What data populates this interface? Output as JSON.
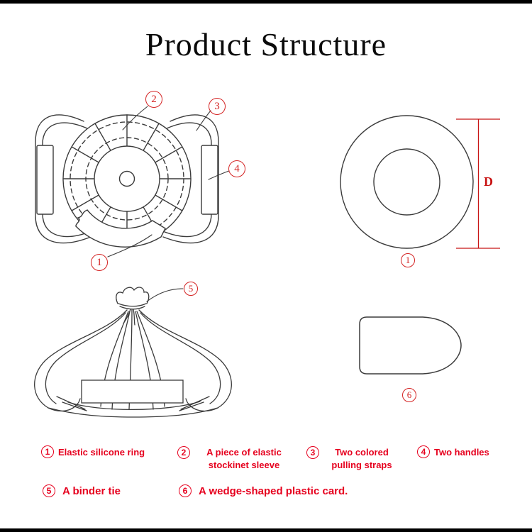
{
  "title": "Product Structure",
  "colors": {
    "ink": "#3b3b3b",
    "legend_red": "#e6001e",
    "diagram_red": "#c81414",
    "balloon_red": "#d42323"
  },
  "dimension": {
    "label": "D"
  },
  "balloons": {
    "wheel_ring": "1",
    "wheel_sleeve": "2",
    "wheel_straps": "3",
    "wheel_handle": "4",
    "donut_ring": "1",
    "bag_tie": "5",
    "card": "6"
  },
  "legend": {
    "items": [
      {
        "num": "1",
        "lines": [
          "Elastic silicone ring",
          ""
        ]
      },
      {
        "num": "2",
        "lines": [
          "A piece of elastic",
          "stockinet sleeve"
        ]
      },
      {
        "num": "3",
        "lines": [
          "Two colored",
          "pulling straps"
        ]
      },
      {
        "num": "4",
        "lines": [
          "Two handles",
          ""
        ]
      },
      {
        "num": "5",
        "lines": [
          "A binder tie",
          ""
        ]
      },
      {
        "num": "6",
        "lines": [
          "A wedge-shaped plastic card.",
          ""
        ]
      }
    ]
  }
}
